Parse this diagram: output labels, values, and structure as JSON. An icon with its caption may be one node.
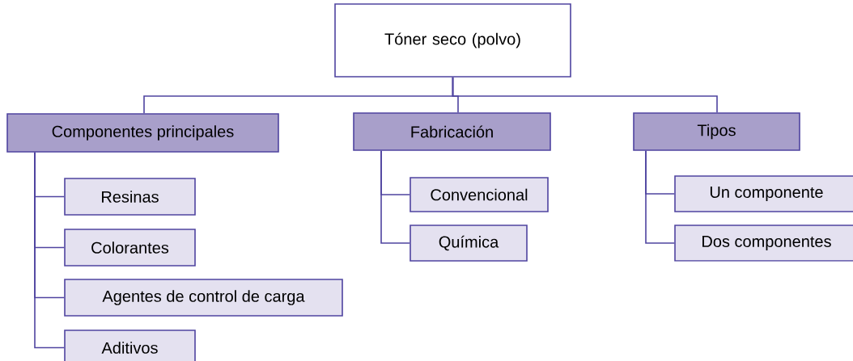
{
  "diagram": {
    "nodes": [
      {
        "text": [
          "Tóner seco (polvo)"
        ]
      },
      {
        "text": [
          "Componentes principales"
        ]
      },
      {
        "text": [
          "Fabricación"
        ]
      },
      {
        "text": [
          "Tipos"
        ]
      },
      {
        "text": [
          "Resinas"
        ]
      },
      {
        "text": [
          "Colorantes"
        ]
      },
      {
        "text": [
          "Agentes de control de carga"
        ]
      },
      {
        "text": [
          "Aditivos"
        ]
      },
      {
        "text": [
          "Convencional"
        ]
      },
      {
        "text": [
          "Química"
        ]
      },
      {
        "text": [
          "Un componente"
        ]
      },
      {
        "text": [
          "Dos componentes"
        ]
      }
    ],
    "edges": [
      {
        "from": 0,
        "to": 1,
        "arrow": "none"
      },
      {
        "from": 0,
        "to": 2,
        "arrow": "none"
      },
      {
        "from": 0,
        "to": 3,
        "arrow": "none"
      },
      {
        "from": 1,
        "to": 4,
        "arrow": "none"
      },
      {
        "from": 1,
        "to": 5,
        "arrow": "none"
      },
      {
        "from": 1,
        "to": 6,
        "arrow": "none"
      },
      {
        "from": 1,
        "to": 7,
        "arrow": "none"
      },
      {
        "from": 2,
        "to": 8,
        "arrow": "none"
      },
      {
        "from": 2,
        "to": 9,
        "arrow": "none"
      },
      {
        "from": 3,
        "to": 10,
        "arrow": "none"
      },
      {
        "from": 3,
        "to": 11,
        "arrow": "none"
      }
    ]
  }
}
